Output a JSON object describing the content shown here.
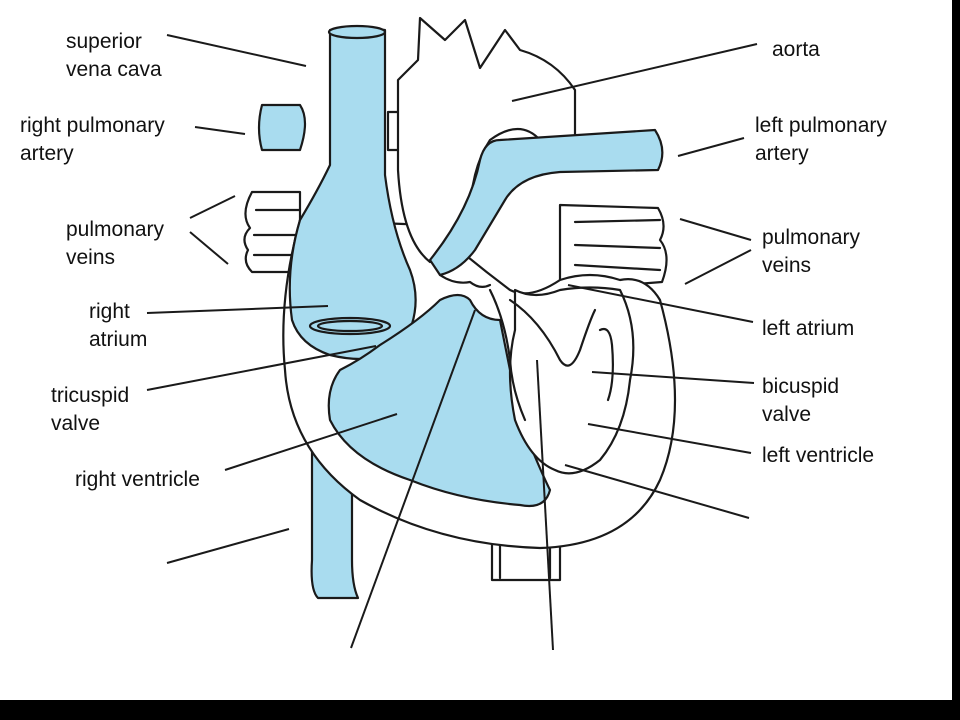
{
  "labels": {
    "superior_vena_cava": "superior\nvena cava",
    "aorta": "aorta",
    "right_pulmonary_artery": "right pulmonary\nartery",
    "left_pulmonary_artery": "left pulmonary\nartery",
    "pulmonary_veins_left_side": "pulmonary\nveins",
    "pulmonary_veins_right_side": "pulmonary\nveins",
    "right_atrium": "right\natrium",
    "left_atrium": "left atrium",
    "tricuspid_valve": "tricuspid\nvalve",
    "bicuspid_valve": "bicuspid\nvalve",
    "right_ventricle": "right ventricle",
    "left_ventricle": "left ventricle"
  },
  "colors": {
    "deoxygenated_fill": "#a9dcef",
    "outline": "#1a1a1a",
    "frame": "#000000",
    "background": "#ffffff"
  }
}
